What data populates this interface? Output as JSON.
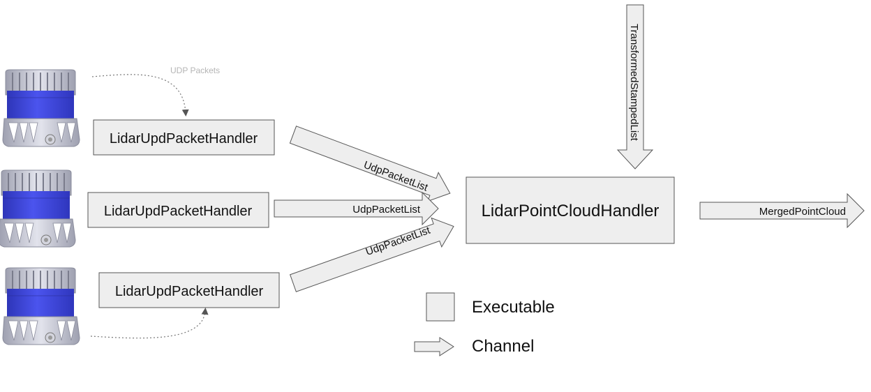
{
  "diagram": {
    "handlers": [
      {
        "label": "LidarUpdPacketHandler"
      },
      {
        "label": "LidarUpdPacketHandler"
      },
      {
        "label": "LidarUpdPacketHandler"
      }
    ],
    "main_node": {
      "label": "LidarPointCloudHandler"
    },
    "channels": {
      "top": "UdpPacketList",
      "middle": "UdpPacketList",
      "bottom": "UdpPacketList",
      "input": "TransformedStampedList",
      "output": "MergedPointCloud"
    },
    "udp_packets_label": "UDP Packets",
    "legend": {
      "executable": "Executable",
      "channel": "Channel"
    },
    "colors": {
      "box_fill": "#eeeeee",
      "box_stroke": "#555555",
      "lidar_blue": "#3b43d6",
      "lidar_shell": "#c8c8d6",
      "dotted_line": "#777777"
    },
    "icons": [
      "lidar-sensor-icon"
    ]
  }
}
